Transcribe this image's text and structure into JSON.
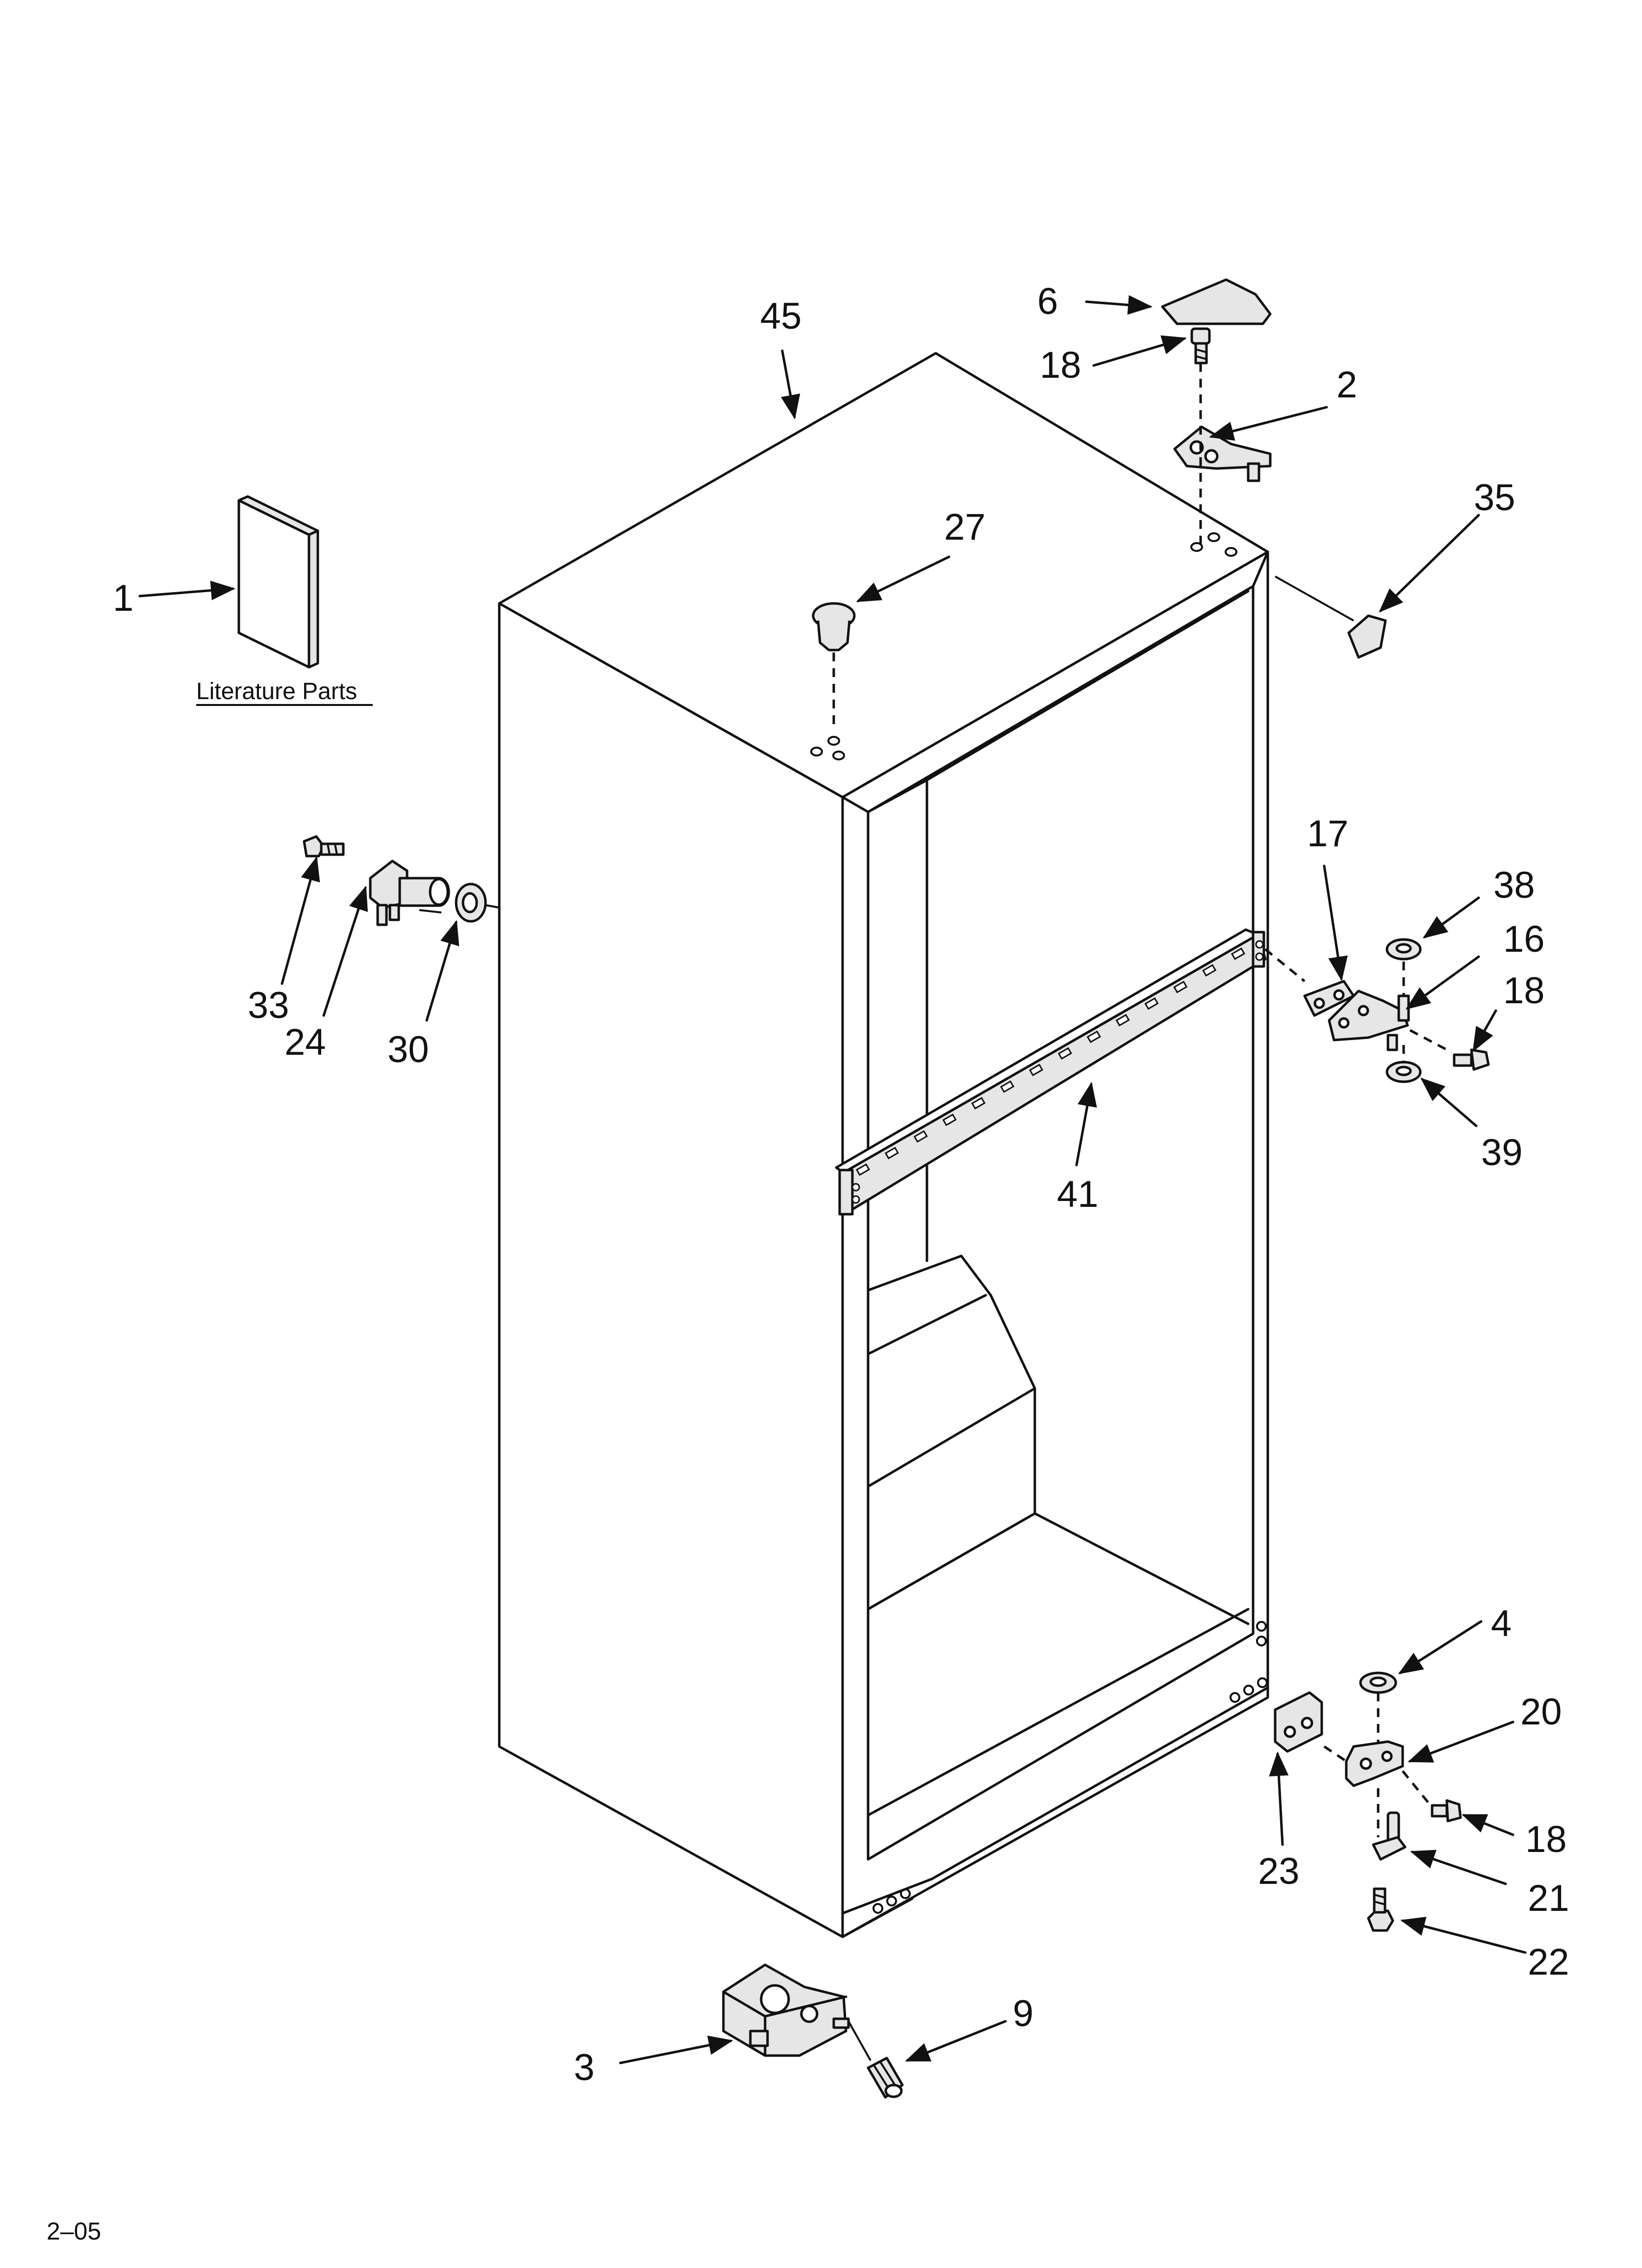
{
  "diagram": {
    "literature_caption": "Literature Parts",
    "footer_code": "2–05",
    "callouts": {
      "c1": "1",
      "c2": "2",
      "c3": "3",
      "c4": "4",
      "c6": "6",
      "c9": "9",
      "c16": "16",
      "c17": "17",
      "c18a": "18",
      "c18b": "18",
      "c18c": "18",
      "c20": "20",
      "c21": "21",
      "c22": "22",
      "c23": "23",
      "c24": "24",
      "c27": "27",
      "c30": "30",
      "c33": "33",
      "c35": "35",
      "c38": "38",
      "c39": "39",
      "c41": "41",
      "c45": "45"
    }
  }
}
